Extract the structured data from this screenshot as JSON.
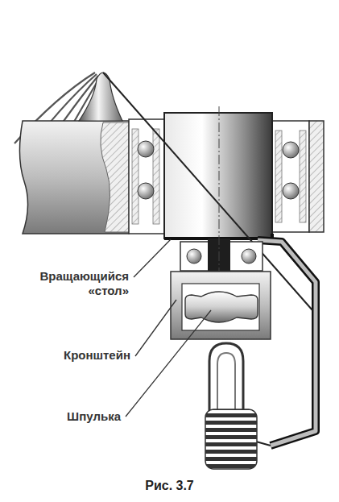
{
  "diagram": {
    "caption": "Рис. 3.7",
    "labels": [
      "Вращающийся «стол»",
      "Кронштейн",
      "Шпулька"
    ]
  }
}
